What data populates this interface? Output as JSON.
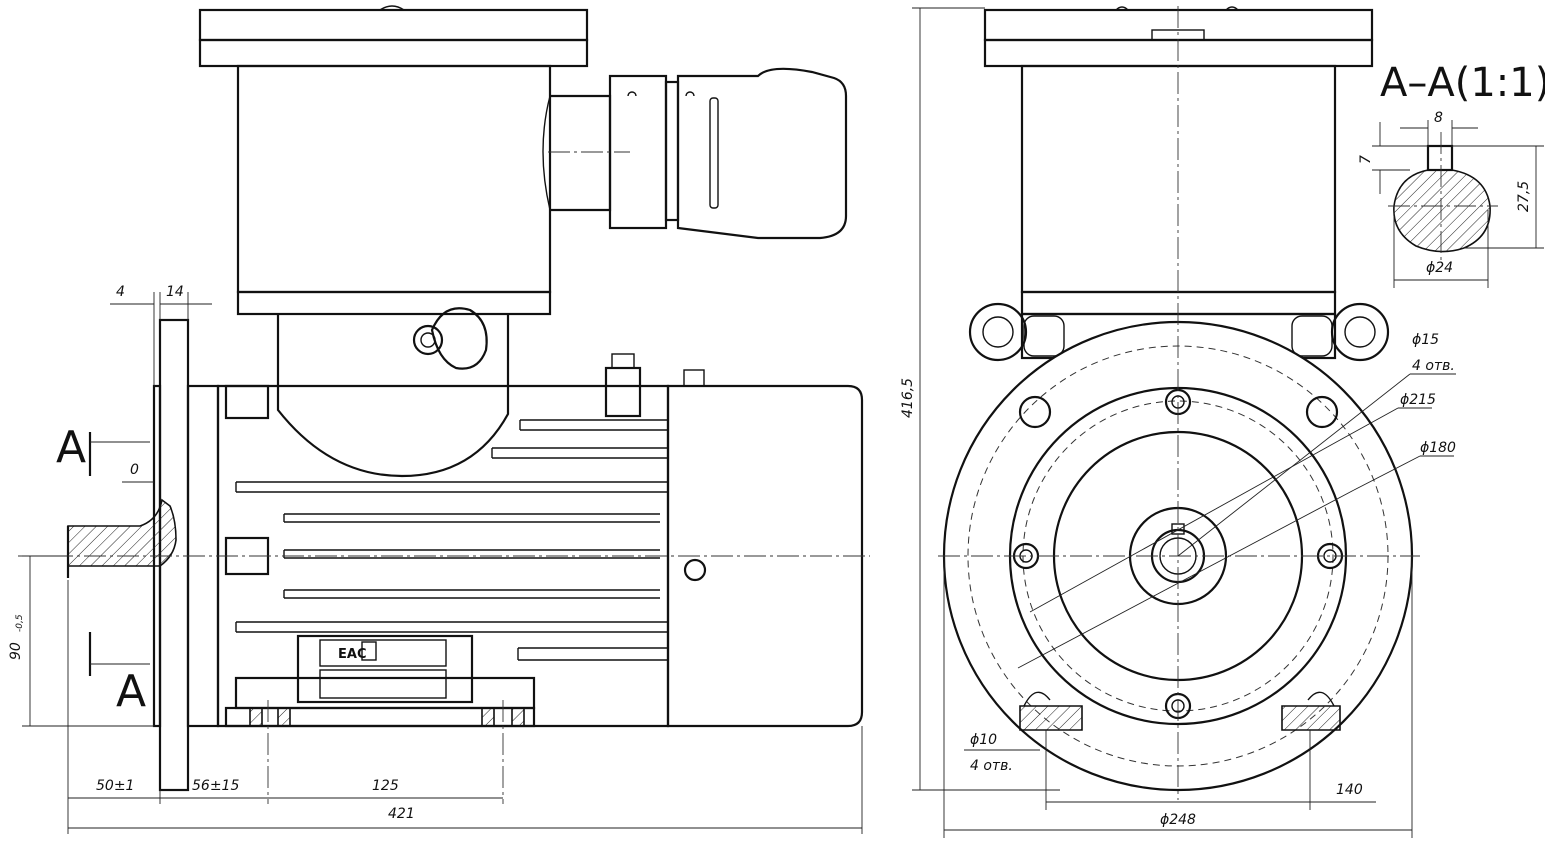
{
  "section_title": "A–A(1:1)",
  "section_letters": {
    "top": "A",
    "bottom": "A"
  },
  "side_view_dims": {
    "d_4": "4",
    "d_14": "14",
    "d_0": "0",
    "d_90": "90",
    "d_90_tol": "-0,5",
    "d_50": "50±1",
    "d_56": "56±15",
    "d_125": "125",
    "d_421": "421"
  },
  "front_view_dims": {
    "d_416": "416,5",
    "d_15": "ϕ15",
    "d_15_note": "4 отв.",
    "d_215": "ϕ215",
    "d_180": "ϕ180",
    "d_10": "ϕ10",
    "d_10_note": "4 отв.",
    "d_140": "140",
    "d_248": "ϕ248"
  },
  "section_dims": {
    "d_8": "8",
    "d_7": "7",
    "d_27_5": "27,5",
    "d_24": "ϕ24"
  },
  "nameplate_marks": "EAC"
}
